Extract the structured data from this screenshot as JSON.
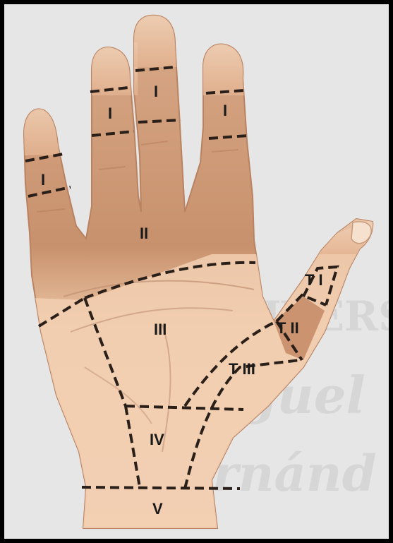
{
  "diagram": {
    "zones": {
      "little_finger": "I",
      "ring_finger": "I",
      "middle_finger": "I",
      "index_finger": "I",
      "palm_upper": "II",
      "palm_center": "III",
      "palm_lower": "IV",
      "wrist": "V",
      "thumb_tip": "T I",
      "thumb_middle": "T II",
      "thumb_base": "T III"
    },
    "watermark": {
      "line1": "UNIVERSIT",
      "line2": "Miguel",
      "line3": "Hernánd"
    },
    "colors": {
      "background": "#e6e6e6",
      "skin_light": "#f2cfb1",
      "skin_dark": "#c9926f",
      "border": "#000000",
      "cut_lines": "#2a2019"
    }
  }
}
